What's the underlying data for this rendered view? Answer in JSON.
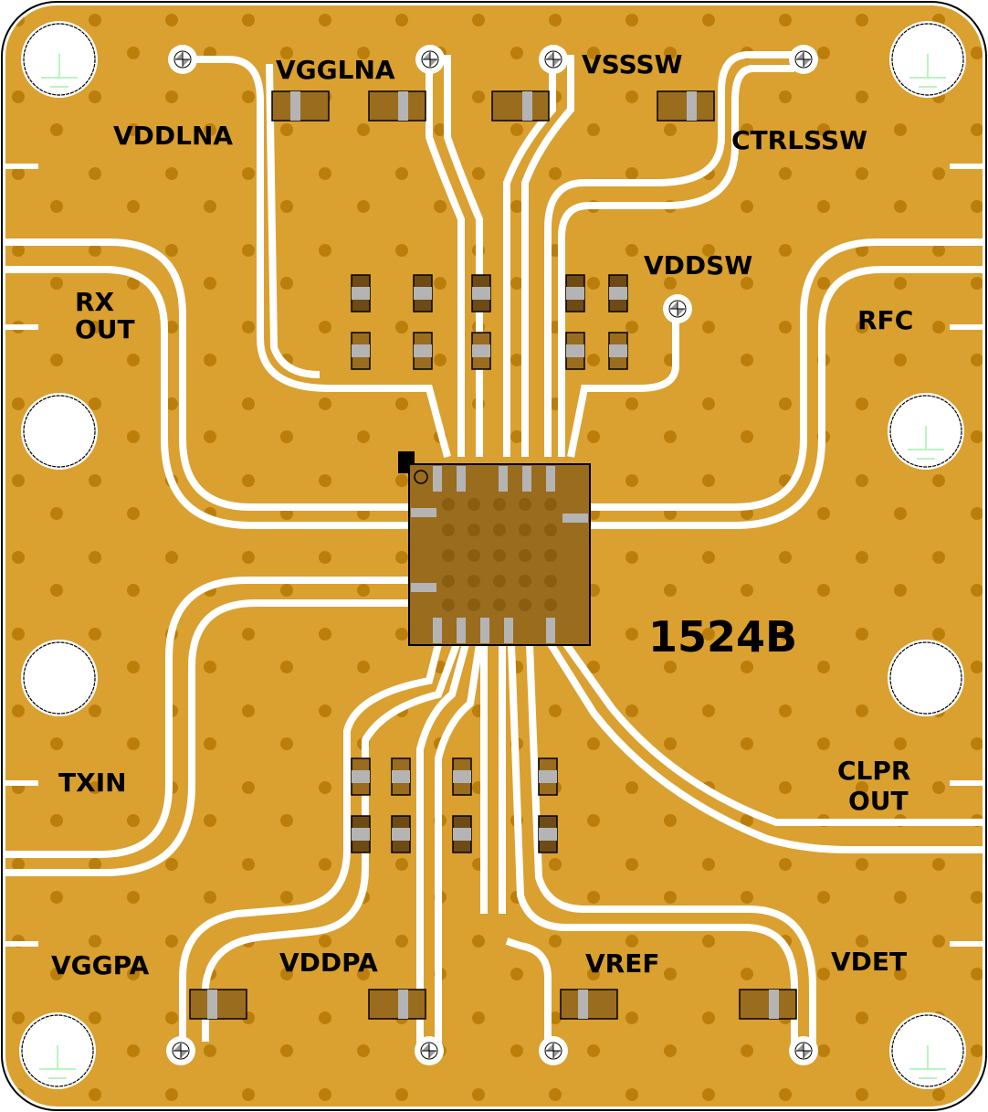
{
  "board": {
    "part_number": "1524B",
    "colors": {
      "copper": "#DAA030",
      "via": "#BC7E0A",
      "gap": "#FFFFFF",
      "component_body": "#9A6C1E",
      "component_dark": "#6E4A14",
      "pad_silver": "#B4B4B4",
      "ground_symbol": "#B9F5BF",
      "text": "#000000"
    }
  },
  "labels": {
    "vddlna": "VDDLNA",
    "vgglna": "VGGLNA",
    "vsssw": "VSSSW",
    "ctrlssw": "CTRLSSW",
    "vddsw": "VDDSW",
    "rx_out_1": "RX",
    "rx_out_2": "OUT",
    "rfc": "RFC",
    "txin": "TXIN",
    "clpr_out_1": "CLPR",
    "clpr_out_2": "OUT",
    "vggpa": "VGGPA",
    "vddpa": "VDDPA",
    "vref": "VREF",
    "vdet": "VDET"
  },
  "icons": {
    "mount_hole": "ground-symbol",
    "test_point": "half-filled-circle"
  }
}
